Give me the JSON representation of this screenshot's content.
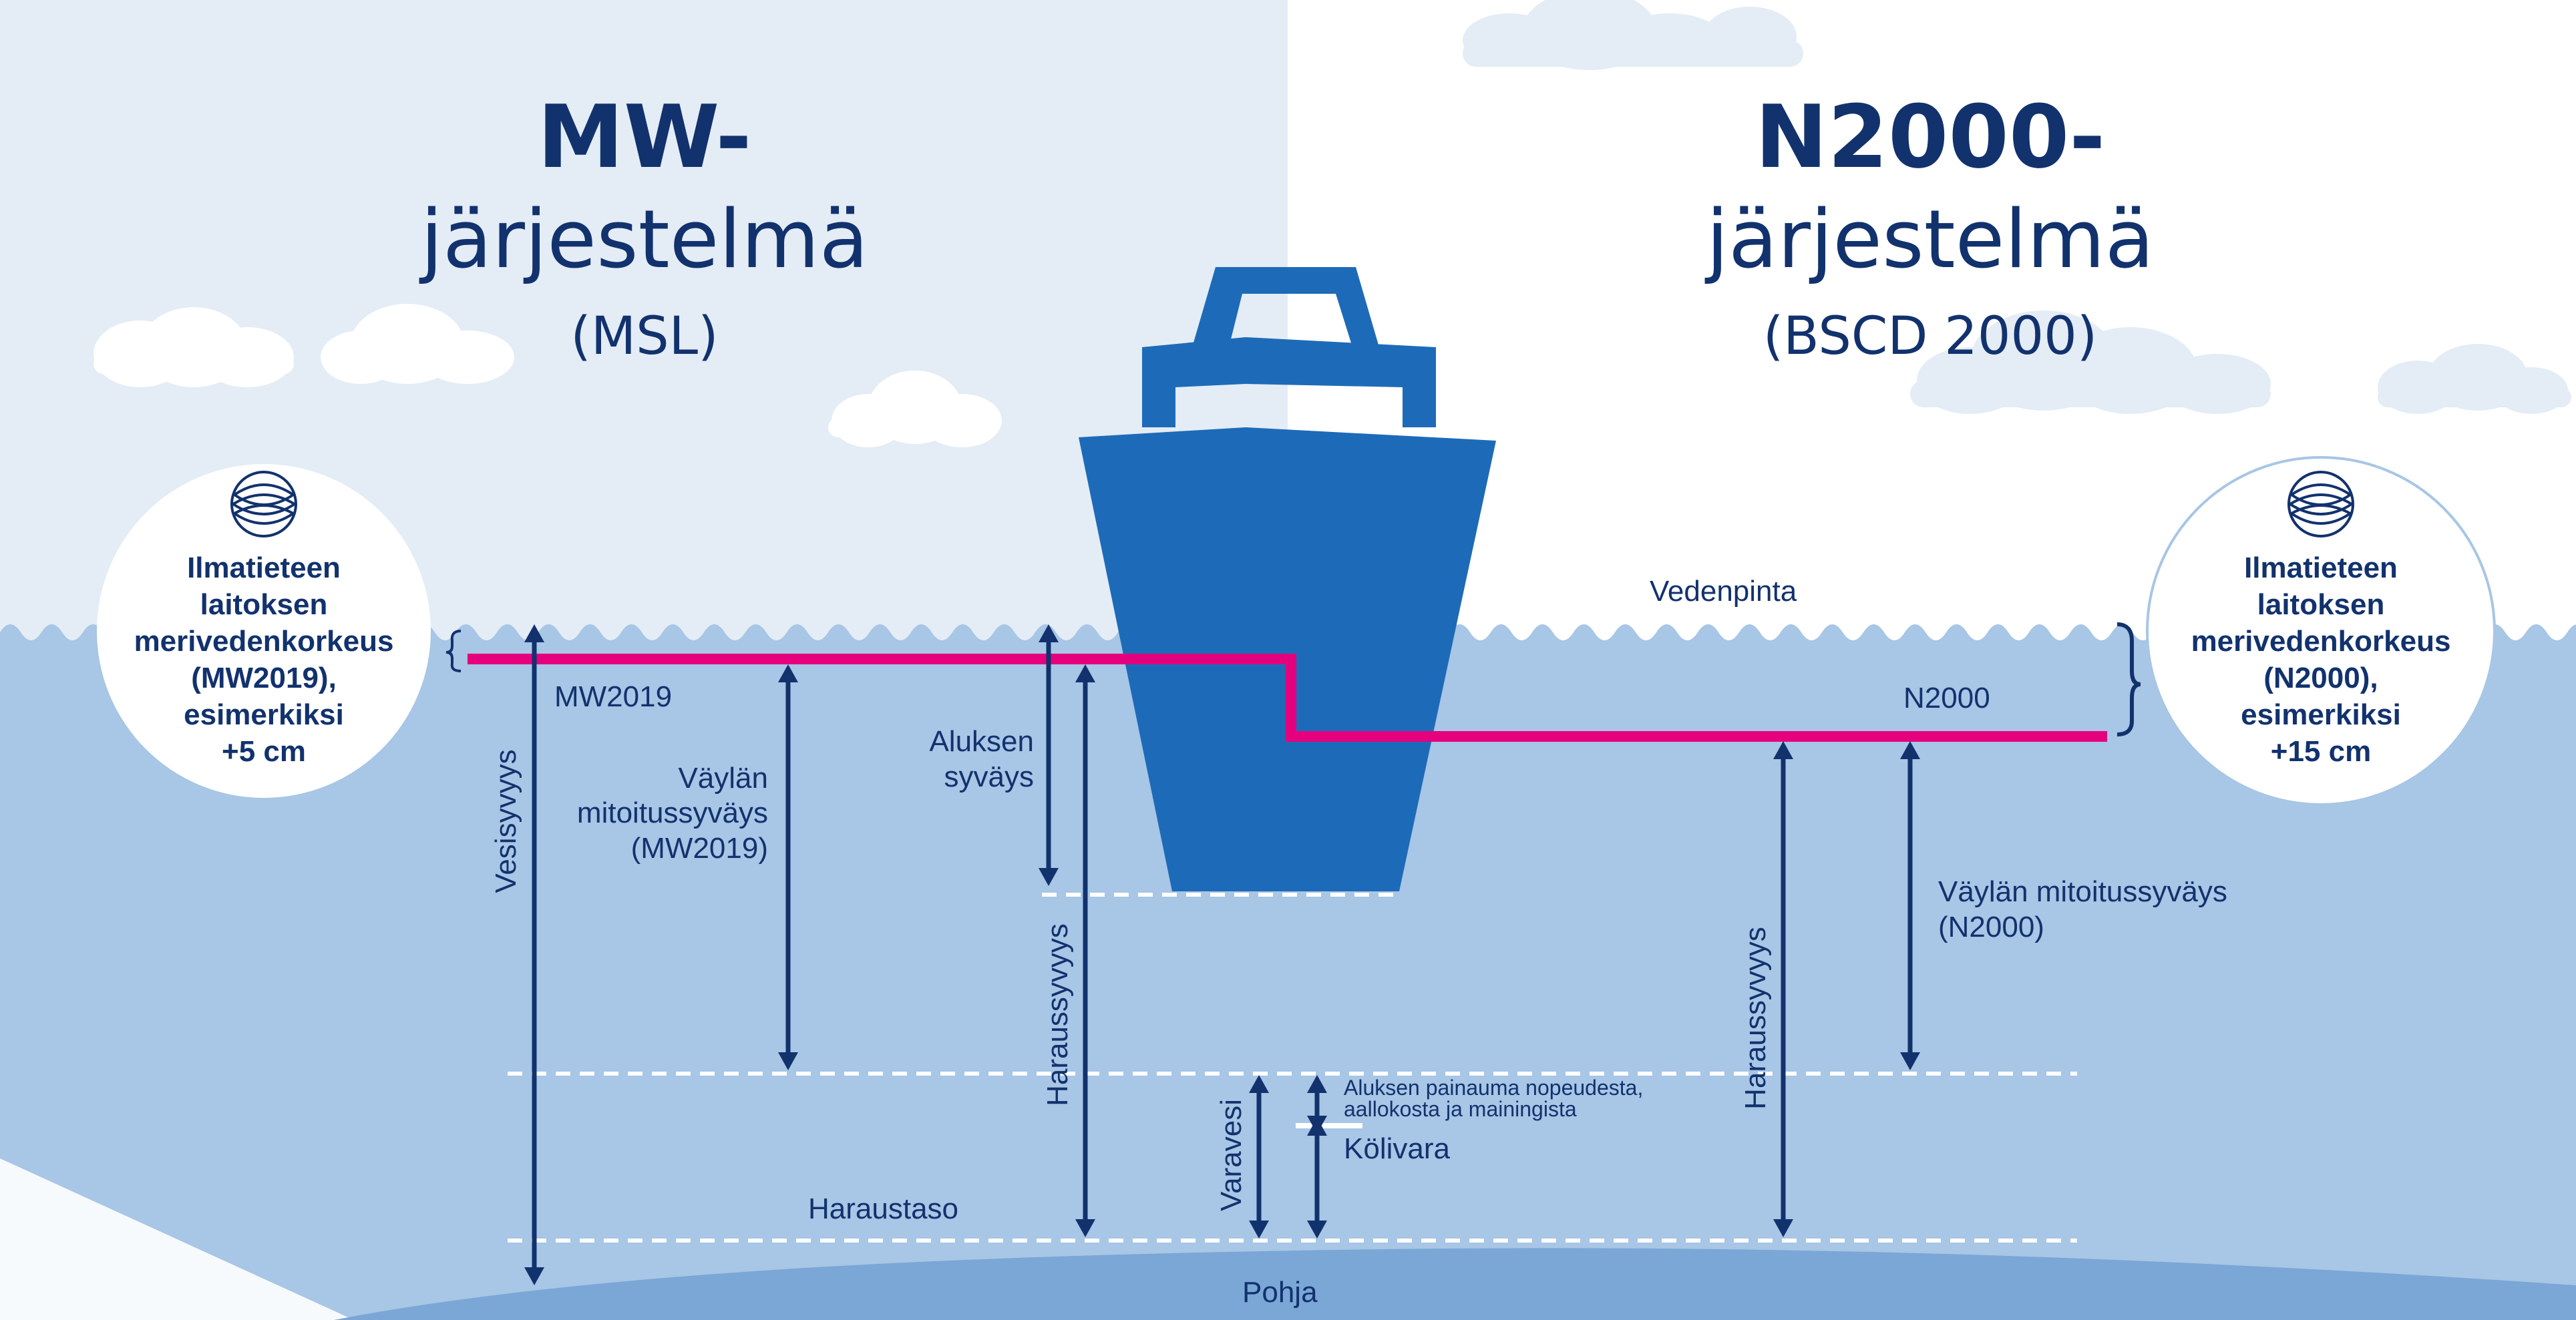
{
  "left": {
    "title_bold": "MW-",
    "title_light": "järjestelmä",
    "subtitle": "(MSL)",
    "badge": [
      "Ilmatieteen",
      "laitoksen",
      "merivedenkorkeus",
      "(MW2019),",
      "esimerkiksi",
      "+5 cm"
    ],
    "level_label": "MW2019"
  },
  "right": {
    "title_bold": "N2000-",
    "title_light": "järjestelmä",
    "subtitle": "(BSCD 2000)",
    "badge": [
      "Ilmatieteen",
      "laitoksen",
      "merivedenkorkeus",
      "(N2000),",
      "esimerkiksi",
      "+15 cm"
    ],
    "level_label": "N2000"
  },
  "labels": {
    "surface": "Vedenpinta",
    "water_depth": "Vesisyvyys",
    "fairway_depth_mw": [
      "Väylän",
      "mitoitussyväys",
      "(MW2019)"
    ],
    "ship_draft": [
      "Aluksen",
      "syväys"
    ],
    "dredged_depth": "Haraussyvyys",
    "reserve": "Varavesi",
    "squat": [
      "Aluksen painauma nopeudesta,",
      "aallokosta ja mainingista"
    ],
    "keel": "Kölivara",
    "dredge_level": "Haraustaso",
    "bottom": "Pohja",
    "fairway_depth_n2000": [
      "Väylän mitoitussyväys",
      "(N2000)"
    ],
    "dredged_depth_right": "Haraussyvyys"
  },
  "colors": {
    "sky_left": "#e4ecf5",
    "sky_right": "#ffffff",
    "water": "#a8c6e5",
    "seabed": "#7aa7d6",
    "ship": "#1d6bb8",
    "reference_line": "#e5007e",
    "ink": "#12326e"
  },
  "icons": [
    "fmi-logo-icon",
    "ship-icon",
    "cloud-icon"
  ]
}
